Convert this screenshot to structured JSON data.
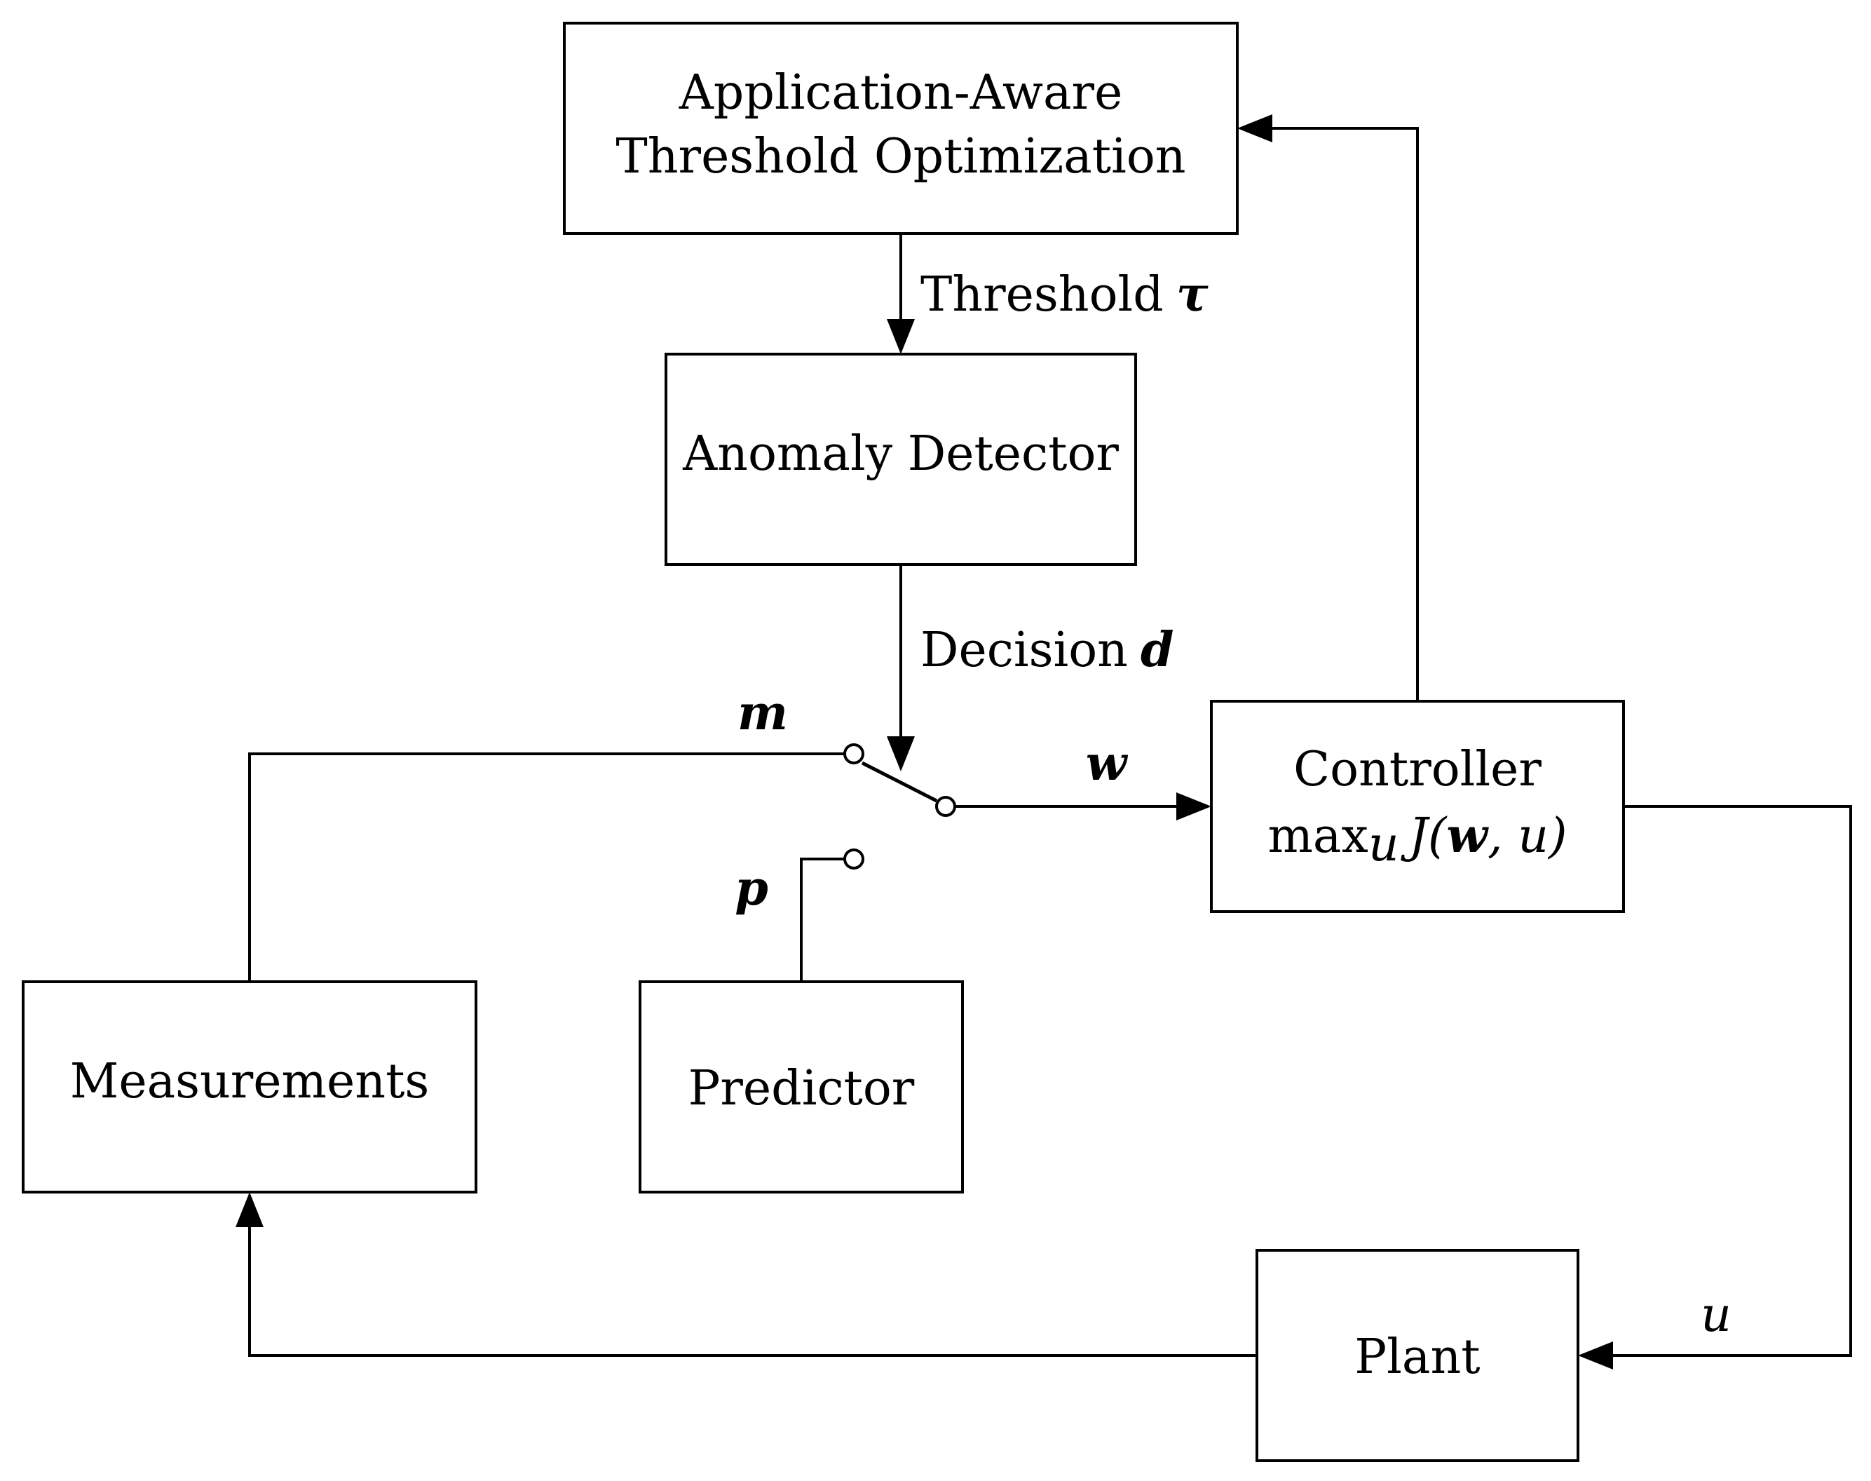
{
  "blocks": {
    "optimizer": {
      "line1": "Application-Aware",
      "line2": "Threshold Optimization"
    },
    "detector": {
      "label": "Anomaly Detector"
    },
    "controller": {
      "line1": "Controller",
      "objective": "max",
      "objective_sub": "u",
      "objective_func": "J(",
      "objective_arg_w": "w",
      "objective_arg_rest": ", u)"
    },
    "measurements": {
      "label": "Measurements"
    },
    "predictor": {
      "label": "Predictor"
    },
    "plant": {
      "label": "Plant"
    }
  },
  "signals": {
    "threshold_text": "Threshold",
    "threshold_symbol": "τ",
    "decision_text": "Decision",
    "decision_symbol": "d",
    "measurement_symbol": "m",
    "prediction_symbol": "p",
    "switch_output_symbol": "w",
    "control_input_symbol": "u"
  }
}
